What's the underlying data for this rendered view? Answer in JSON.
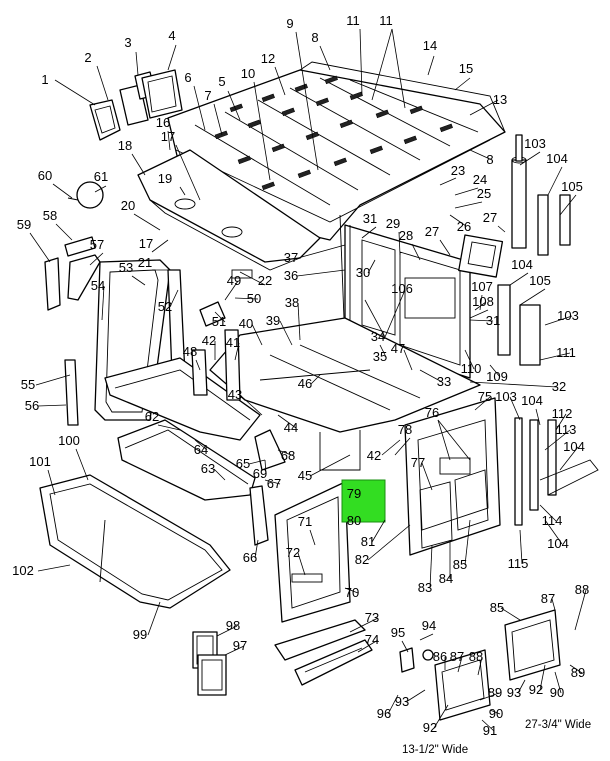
{
  "labels": [
    {
      "id": "1",
      "text": "1"
    },
    {
      "id": "2",
      "text": "2"
    },
    {
      "id": "3",
      "text": "3"
    },
    {
      "id": "4",
      "text": "4"
    },
    {
      "id": "5",
      "text": "5"
    },
    {
      "id": "6",
      "text": "6"
    },
    {
      "id": "7",
      "text": "7"
    },
    {
      "id": "8a",
      "text": "8"
    },
    {
      "id": "8b",
      "text": "8"
    },
    {
      "id": "9",
      "text": "9"
    },
    {
      "id": "10",
      "text": "10"
    },
    {
      "id": "11a",
      "text": "11"
    },
    {
      "id": "11b",
      "text": "11"
    },
    {
      "id": "12",
      "text": "12"
    },
    {
      "id": "13",
      "text": "13"
    },
    {
      "id": "14",
      "text": "14"
    },
    {
      "id": "15",
      "text": "15"
    },
    {
      "id": "16",
      "text": "16"
    },
    {
      "id": "17a",
      "text": "17"
    },
    {
      "id": "17b",
      "text": "17"
    },
    {
      "id": "18",
      "text": "18"
    },
    {
      "id": "19",
      "text": "19"
    },
    {
      "id": "20",
      "text": "20"
    },
    {
      "id": "21",
      "text": "21"
    },
    {
      "id": "22",
      "text": "22"
    },
    {
      "id": "23",
      "text": "23"
    },
    {
      "id": "24",
      "text": "24"
    },
    {
      "id": "25",
      "text": "25"
    },
    {
      "id": "26",
      "text": "26"
    },
    {
      "id": "27a",
      "text": "27"
    },
    {
      "id": "27b",
      "text": "27"
    },
    {
      "id": "28",
      "text": "28"
    },
    {
      "id": "29",
      "text": "29"
    },
    {
      "id": "30",
      "text": "30"
    },
    {
      "id": "31a",
      "text": "31"
    },
    {
      "id": "31b",
      "text": "31"
    },
    {
      "id": "32",
      "text": "32"
    },
    {
      "id": "33",
      "text": "33"
    },
    {
      "id": "34",
      "text": "34"
    },
    {
      "id": "35",
      "text": "35"
    },
    {
      "id": "36",
      "text": "36"
    },
    {
      "id": "37",
      "text": "37"
    },
    {
      "id": "38",
      "text": "38"
    },
    {
      "id": "39",
      "text": "39"
    },
    {
      "id": "40",
      "text": "40"
    },
    {
      "id": "41",
      "text": "41"
    },
    {
      "id": "42a",
      "text": "42"
    },
    {
      "id": "42b",
      "text": "42"
    },
    {
      "id": "43",
      "text": "43"
    },
    {
      "id": "44",
      "text": "44"
    },
    {
      "id": "45",
      "text": "45"
    },
    {
      "id": "46",
      "text": "46"
    },
    {
      "id": "47",
      "text": "47"
    },
    {
      "id": "48",
      "text": "48"
    },
    {
      "id": "49",
      "text": "49"
    },
    {
      "id": "50",
      "text": "50"
    },
    {
      "id": "51",
      "text": "51"
    },
    {
      "id": "52",
      "text": "52"
    },
    {
      "id": "53",
      "text": "53"
    },
    {
      "id": "54",
      "text": "54"
    },
    {
      "id": "55",
      "text": "55"
    },
    {
      "id": "56",
      "text": "56"
    },
    {
      "id": "57",
      "text": "57"
    },
    {
      "id": "58",
      "text": "58"
    },
    {
      "id": "59",
      "text": "59"
    },
    {
      "id": "60",
      "text": "60"
    },
    {
      "id": "61",
      "text": "61"
    },
    {
      "id": "62",
      "text": "62"
    },
    {
      "id": "63",
      "text": "63"
    },
    {
      "id": "64",
      "text": "64"
    },
    {
      "id": "65",
      "text": "65"
    },
    {
      "id": "66",
      "text": "66"
    },
    {
      "id": "67",
      "text": "67"
    },
    {
      "id": "68",
      "text": "68"
    },
    {
      "id": "69",
      "text": "69"
    },
    {
      "id": "70",
      "text": "70"
    },
    {
      "id": "71",
      "text": "71"
    },
    {
      "id": "72",
      "text": "72"
    },
    {
      "id": "73",
      "text": "73"
    },
    {
      "id": "74",
      "text": "74"
    },
    {
      "id": "75",
      "text": "75"
    },
    {
      "id": "76",
      "text": "76"
    },
    {
      "id": "77",
      "text": "77"
    },
    {
      "id": "78",
      "text": "78"
    },
    {
      "id": "79",
      "text": "79"
    },
    {
      "id": "80",
      "text": "80"
    },
    {
      "id": "81",
      "text": "81"
    },
    {
      "id": "82",
      "text": "82"
    },
    {
      "id": "83",
      "text": "83"
    },
    {
      "id": "84",
      "text": "84"
    },
    {
      "id": "85a",
      "text": "85"
    },
    {
      "id": "85b",
      "text": "85"
    },
    {
      "id": "86",
      "text": "86"
    },
    {
      "id": "87a",
      "text": "87"
    },
    {
      "id": "87b",
      "text": "87"
    },
    {
      "id": "88a",
      "text": "88"
    },
    {
      "id": "88b",
      "text": "88"
    },
    {
      "id": "89a",
      "text": "89"
    },
    {
      "id": "89b",
      "text": "89"
    },
    {
      "id": "90a",
      "text": "90"
    },
    {
      "id": "90b",
      "text": "90"
    },
    {
      "id": "91",
      "text": "91"
    },
    {
      "id": "92a",
      "text": "92"
    },
    {
      "id": "92b",
      "text": "92"
    },
    {
      "id": "93a",
      "text": "93"
    },
    {
      "id": "93b",
      "text": "93"
    },
    {
      "id": "94",
      "text": "94"
    },
    {
      "id": "95",
      "text": "95"
    },
    {
      "id": "96",
      "text": "96"
    },
    {
      "id": "97",
      "text": "97"
    },
    {
      "id": "98",
      "text": "98"
    },
    {
      "id": "99",
      "text": "99"
    },
    {
      "id": "100",
      "text": "100"
    },
    {
      "id": "101",
      "text": "101"
    },
    {
      "id": "102",
      "text": "102"
    },
    {
      "id": "103a",
      "text": "103"
    },
    {
      "id": "103b",
      "text": "103"
    },
    {
      "id": "103c",
      "text": "103"
    },
    {
      "id": "104a",
      "text": "104"
    },
    {
      "id": "104b",
      "text": "104"
    },
    {
      "id": "104c",
      "text": "104"
    },
    {
      "id": "104d",
      "text": "104"
    },
    {
      "id": "104e",
      "text": "104"
    },
    {
      "id": "105a",
      "text": "105"
    },
    {
      "id": "105b",
      "text": "105"
    },
    {
      "id": "106",
      "text": "106"
    },
    {
      "id": "107",
      "text": "107"
    },
    {
      "id": "108",
      "text": "108"
    },
    {
      "id": "109",
      "text": "109"
    },
    {
      "id": "110",
      "text": "110"
    },
    {
      "id": "111",
      "text": "111"
    },
    {
      "id": "112",
      "text": "112"
    },
    {
      "id": "113",
      "text": "113"
    },
    {
      "id": "114",
      "text": "114"
    },
    {
      "id": "115",
      "text": "115"
    }
  ],
  "captions": {
    "wide_small": "13-1/2\" Wide",
    "wide_large": "27-3/4\" Wide"
  },
  "highlight": {
    "labels": [
      "79",
      "80"
    ],
    "color": "#33dd22"
  }
}
